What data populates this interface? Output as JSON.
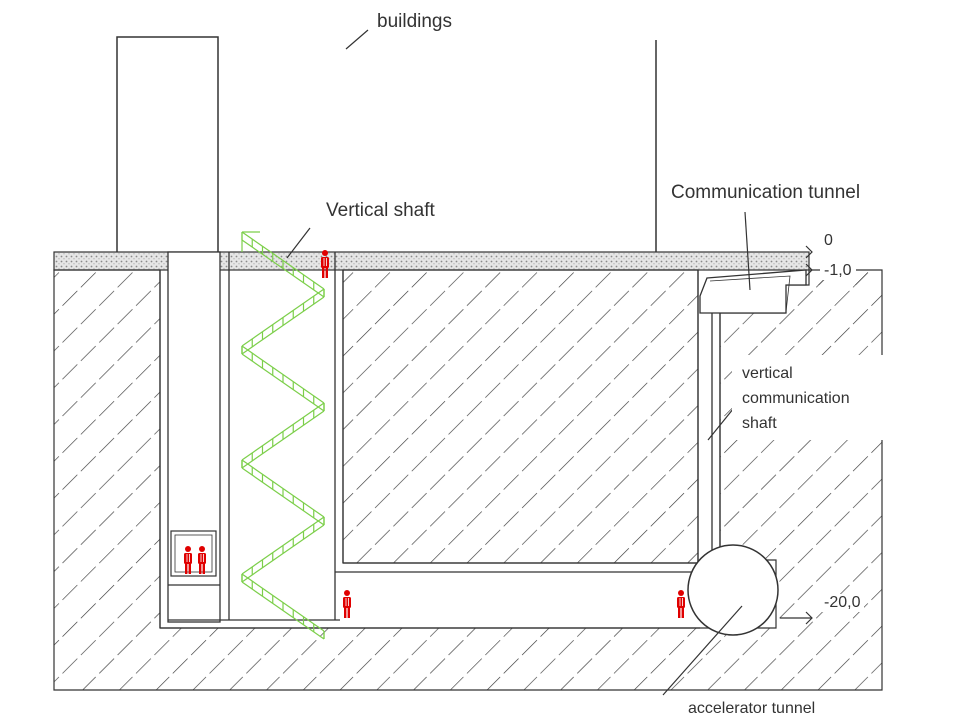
{
  "labels": {
    "buildings": "buildings",
    "vertical_shaft": "Vertical shaft",
    "communication_tunnel": "Communication tunnel",
    "vertical_communication_shaft": [
      "vertical",
      "communication",
      "shaft"
    ],
    "accelerator_tunnel": "accelerator tunnel"
  },
  "elevations": {
    "ground": "0",
    "tunnel_level": "-1,0",
    "bottom_level": "-20,0"
  },
  "colors": {
    "ink": "#333333",
    "stairs": "#7ccf4a",
    "person": "#e00000",
    "ground_fill": "#e4e4e4"
  },
  "icons": [
    "person-icon"
  ]
}
